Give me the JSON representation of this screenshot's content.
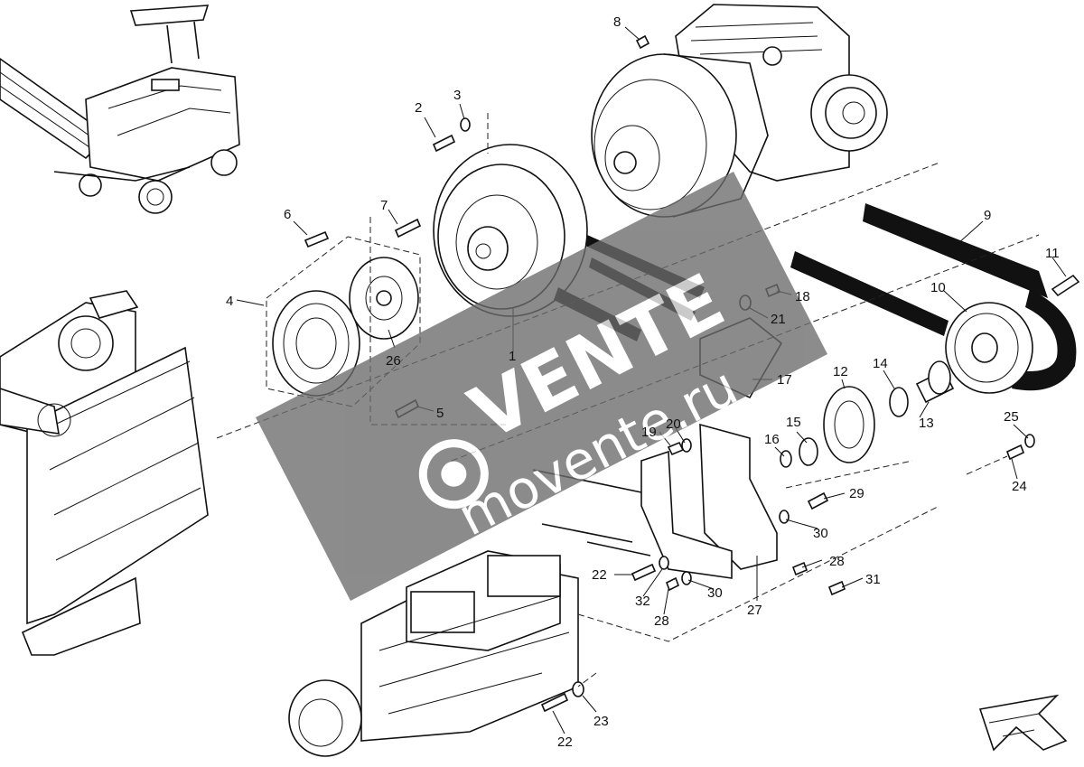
{
  "callouts": [
    {
      "id": "c1",
      "text": "1"
    },
    {
      "id": "c2",
      "text": "2"
    },
    {
      "id": "c3",
      "text": "3"
    },
    {
      "id": "c4",
      "text": "4"
    },
    {
      "id": "c5",
      "text": "5"
    },
    {
      "id": "c6",
      "text": "6"
    },
    {
      "id": "c7",
      "text": "7"
    },
    {
      "id": "c8",
      "text": "8"
    },
    {
      "id": "c9",
      "text": "9"
    },
    {
      "id": "c10",
      "text": "10"
    },
    {
      "id": "c11",
      "text": "11"
    },
    {
      "id": "c12",
      "text": "12"
    },
    {
      "id": "c13",
      "text": "13"
    },
    {
      "id": "c14",
      "text": "14"
    },
    {
      "id": "c15",
      "text": "15"
    },
    {
      "id": "c16",
      "text": "16"
    },
    {
      "id": "c17",
      "text": "17"
    },
    {
      "id": "c18",
      "text": "18"
    },
    {
      "id": "c19",
      "text": "19"
    },
    {
      "id": "c20",
      "text": "20"
    },
    {
      "id": "c21",
      "text": "21"
    },
    {
      "id": "c22a",
      "text": "22"
    },
    {
      "id": "c22b",
      "text": "22"
    },
    {
      "id": "c23",
      "text": "23"
    },
    {
      "id": "c24",
      "text": "24"
    },
    {
      "id": "c25",
      "text": "25"
    },
    {
      "id": "c26",
      "text": "26"
    },
    {
      "id": "c27",
      "text": "27"
    },
    {
      "id": "c28a",
      "text": "28"
    },
    {
      "id": "c28b",
      "text": "28"
    },
    {
      "id": "c29",
      "text": "29"
    },
    {
      "id": "c30a",
      "text": "30"
    },
    {
      "id": "c30b",
      "text": "30"
    },
    {
      "id": "c31",
      "text": "31"
    },
    {
      "id": "c32",
      "text": "32"
    }
  ],
  "watermark": {
    "brand": "VENTE",
    "url": "movente.ru",
    "color": "#6b6b6b"
  },
  "colors": {
    "ink": "#111111",
    "background": "#ffffff"
  }
}
